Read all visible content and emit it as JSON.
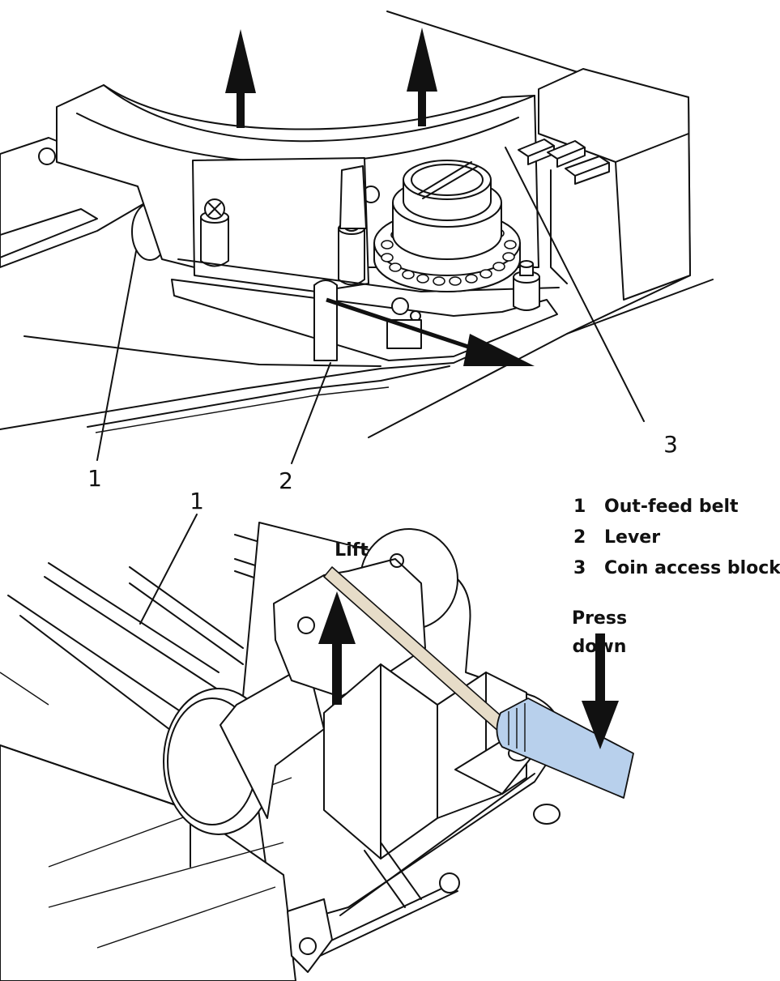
{
  "top_figure": {
    "callouts": [
      "1",
      "2",
      "3"
    ]
  },
  "bottom_figure": {
    "callout": "1",
    "lift_label": "Lift",
    "press_label_line1": "Press",
    "press_label_line2": "down"
  },
  "legend": [
    {
      "number": "1",
      "text": "Out-feed belt"
    },
    {
      "number": "2",
      "text": "Lever"
    },
    {
      "number": "3",
      "text": "Coin access block"
    }
  ],
  "colors": {
    "line": "#111111",
    "screwdriver_handle": "#b8d0ec",
    "screwdriver_shaft": "#e6dcc8"
  }
}
